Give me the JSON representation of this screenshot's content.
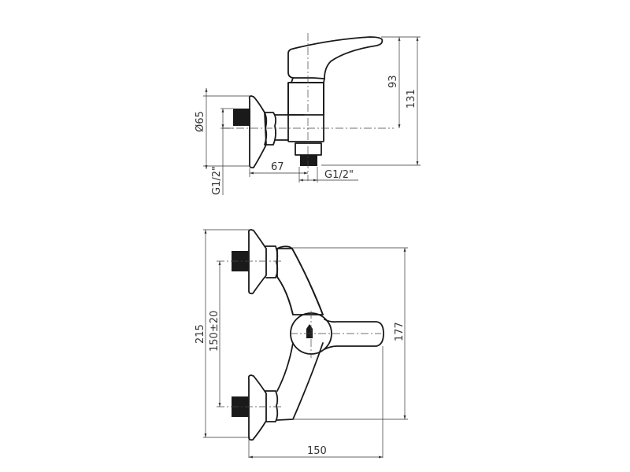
{
  "drawing": {
    "title": "Wall-mounted single-lever mixer — technical drawing",
    "side_view": {
      "dimensions": {
        "flange_diameter": "Ø65",
        "inlet_thread": "G1/2\"",
        "projection": "67",
        "outlet_thread": "G1/2\"",
        "axis_to_top": "93",
        "overall_height": "131"
      }
    },
    "top_view": {
      "dimensions": {
        "overall_height": "215",
        "inlet_spacing": "150±20",
        "body_height": "177",
        "overall_depth": "150"
      }
    },
    "colors": {
      "line": "#1a1a1a",
      "dimension": "#333333",
      "background": "#ffffff"
    }
  }
}
